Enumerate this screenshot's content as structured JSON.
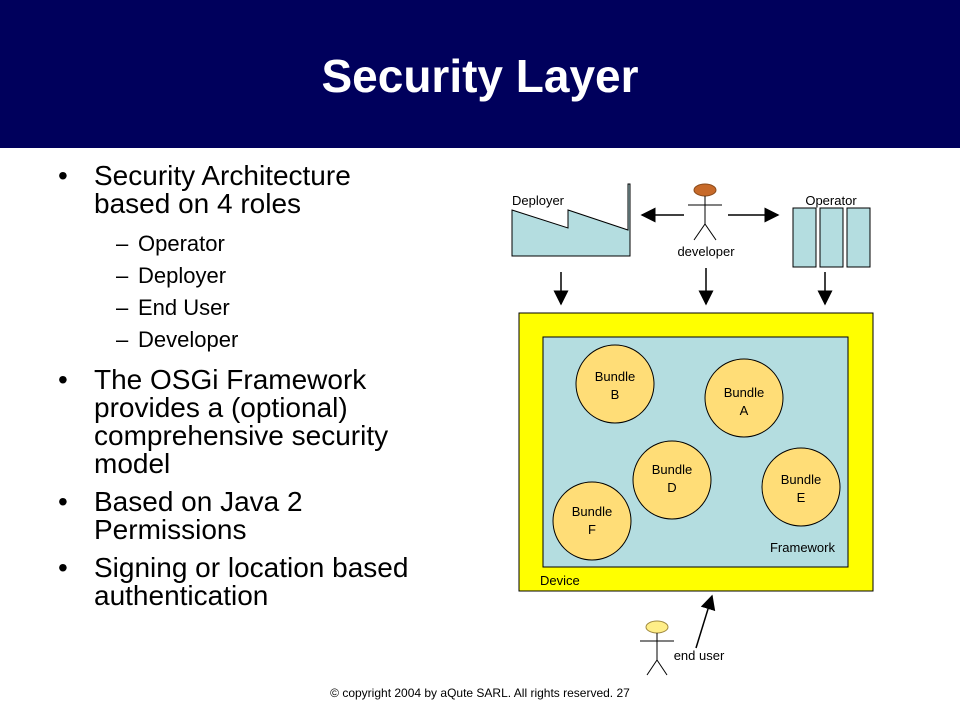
{
  "slide": {
    "title": "Security Layer",
    "bullets": [
      {
        "text": "Security Architecture based on 4 roles",
        "lines": [
          "Security Architecture",
          "based on 4 roles"
        ]
      },
      {
        "text": "The OSGi Framework provides a (optional) comprehensive security model",
        "lines": [
          "The OSGi Framework",
          "provides a (optional)",
          "comprehensive security",
          "model"
        ]
      },
      {
        "text": "Based on Java 2 Permissions",
        "lines": [
          "Based on Java 2",
          "Permissions"
        ]
      },
      {
        "text": "Signing or location based authentication",
        "lines": [
          "Signing or location based",
          "authentication"
        ]
      }
    ],
    "sub_bullets": [
      "Operator",
      "Deployer",
      "End User",
      "Developer"
    ],
    "footer": "© copyright 2004 by aQute SARL. All rights reserved. 27"
  },
  "diagram": {
    "labels": {
      "deployer": "Deployer",
      "operator": "Operator",
      "developer": "developer",
      "end_user": "end user",
      "device": "Device",
      "framework": "Framework"
    },
    "bundles": [
      {
        "line1": "Bundle",
        "line2": "B"
      },
      {
        "line1": "Bundle",
        "line2": "A"
      },
      {
        "line1": "Bundle",
        "line2": "D"
      },
      {
        "line1": "Bundle",
        "line2": "E"
      },
      {
        "line1": "Bundle",
        "line2": "F"
      }
    ],
    "colors": {
      "header": "#00005c",
      "device": "#ffff00",
      "framework": "#b4dde0",
      "bundle": "#ffdd77",
      "developer_head": "#c76a2a",
      "end_user_head": "#ffee88"
    }
  }
}
